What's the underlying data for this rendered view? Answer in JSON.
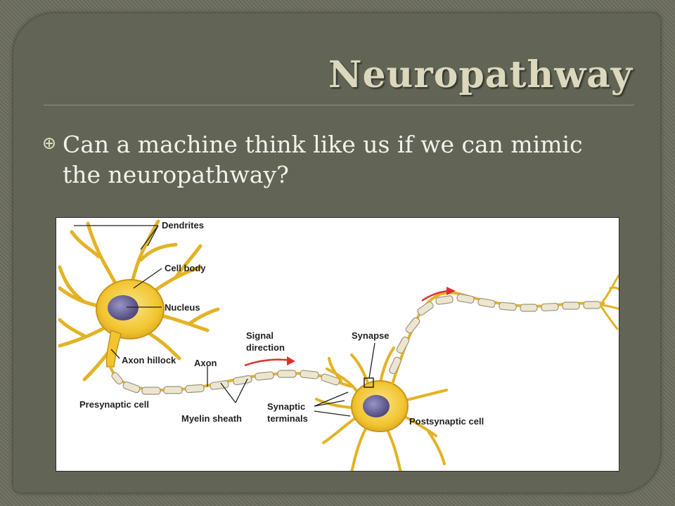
{
  "slide": {
    "title": "Neuropathway",
    "bullet": "Can a machine think like us if we can mimic the neuropathway?"
  },
  "diagram": {
    "labels": {
      "dendrites": "Dendrites",
      "cell_body": "Cell body",
      "nucleus": "Nucleus",
      "axon_hillock": "Axon hillock",
      "axon": "Axon",
      "signal_direction_1": "Signal",
      "signal_direction_2": "direction",
      "synapse": "Synapse",
      "presynaptic_cell": "Presynaptic cell",
      "myelin_sheath": "Myelin sheath",
      "synaptic_terminals_1": "Synaptic",
      "synaptic_terminals_2": "terminals",
      "postsynaptic_cell": "Postsynaptic cell"
    },
    "colors": {
      "cell": "#f2c530",
      "cell_edge": "#c9951a",
      "nucleus": "#5f5e8c",
      "myelin": "#ece6cf",
      "arrow": "#d9322e"
    }
  }
}
